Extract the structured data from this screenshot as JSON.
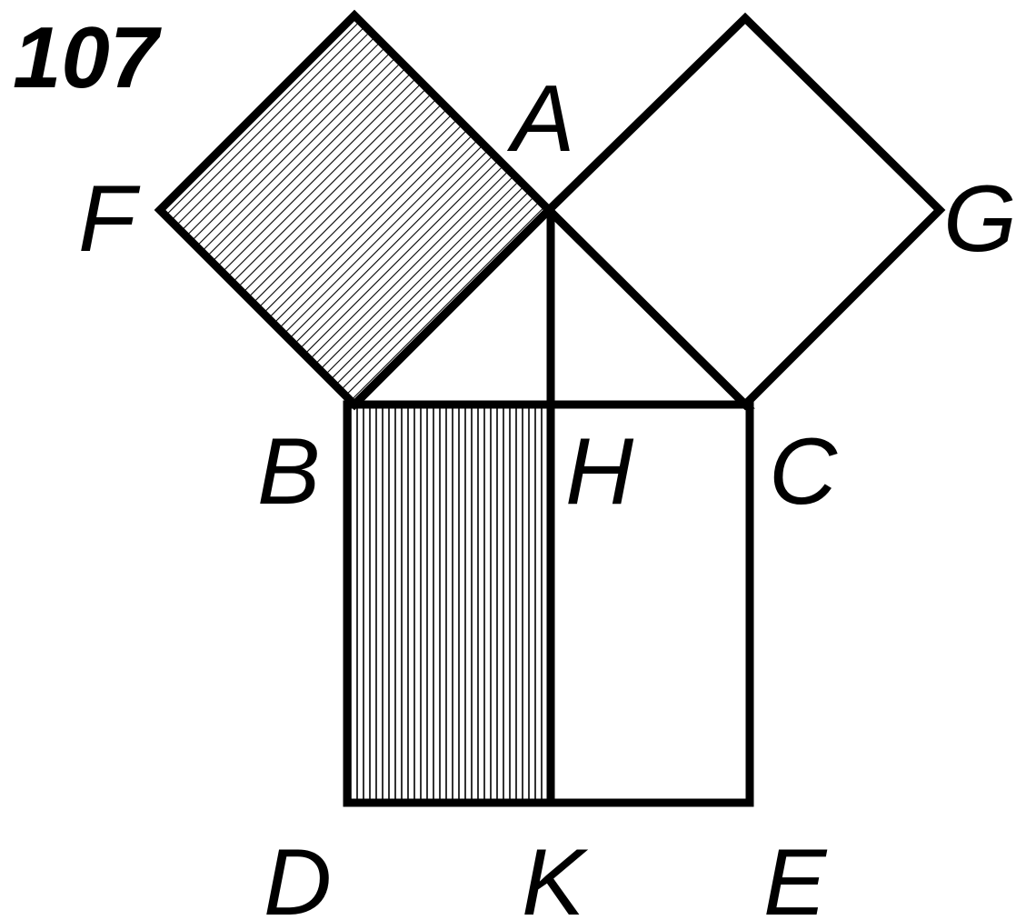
{
  "figure_number": "107",
  "points": {
    "A": "A",
    "B": "B",
    "C": "C",
    "D": "D",
    "E": "E",
    "F": "F",
    "G": "G",
    "H": "H",
    "K": "K"
  },
  "colors": {
    "ink": "#000000",
    "paper": "#ffffff"
  }
}
